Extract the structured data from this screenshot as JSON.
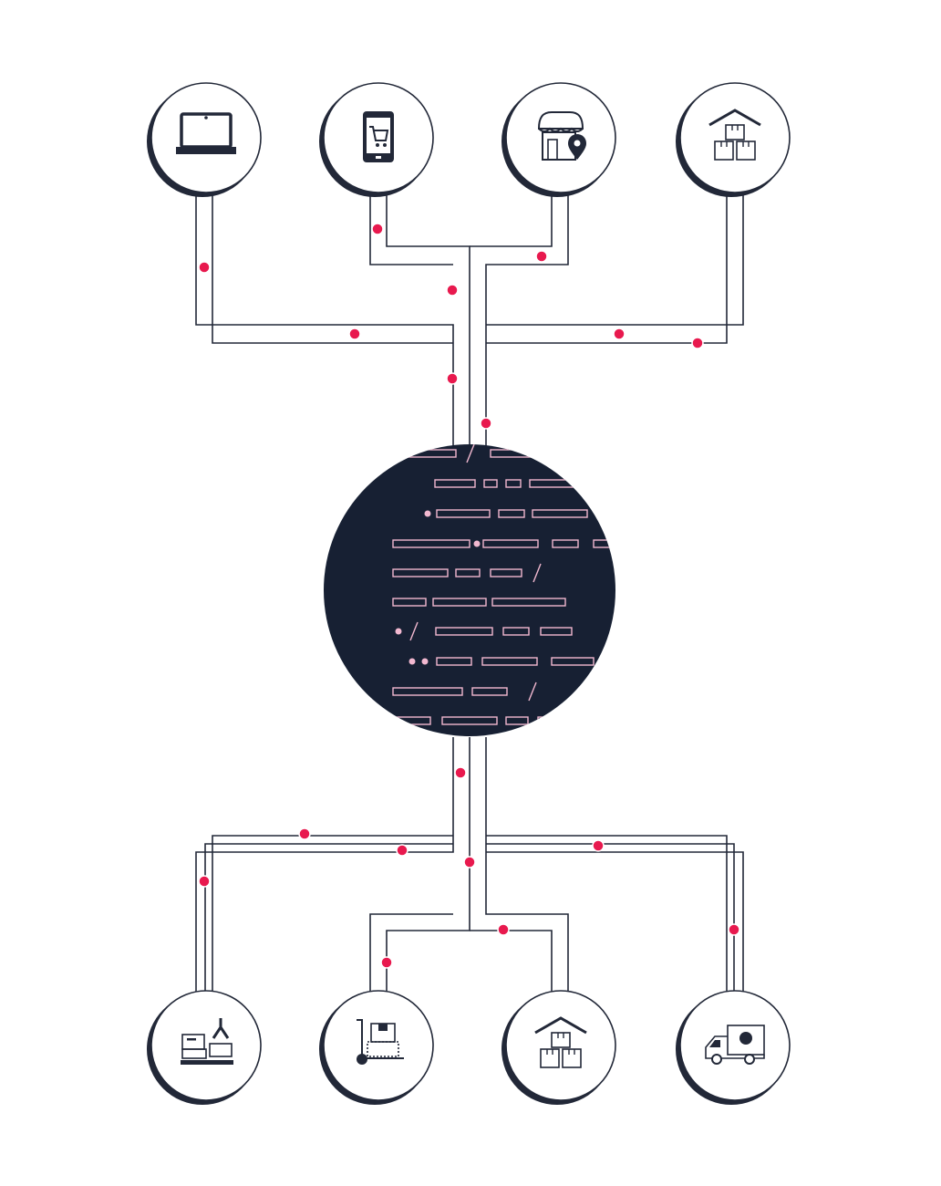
{
  "colors": {
    "background": "#ffffff",
    "line": "#222838",
    "dot": "#e8194e",
    "core": "#172033",
    "code": "#f2b8d0"
  },
  "nodes": {
    "top": [
      {
        "id": "laptop",
        "icon": "laptop-icon"
      },
      {
        "id": "mobile-shop",
        "icon": "mobile-cart-icon"
      },
      {
        "id": "store-location",
        "icon": "store-location-icon"
      },
      {
        "id": "warehouse",
        "icon": "warehouse-boxes-icon"
      }
    ],
    "bottom": [
      {
        "id": "picking",
        "icon": "package-picking-icon"
      },
      {
        "id": "hand-truck",
        "icon": "hand-truck-icon"
      },
      {
        "id": "warehouse",
        "icon": "warehouse-boxes-icon"
      },
      {
        "id": "delivery-truck",
        "icon": "delivery-truck-icon"
      }
    ]
  },
  "core": {
    "icon": "code-data-hub-icon"
  }
}
